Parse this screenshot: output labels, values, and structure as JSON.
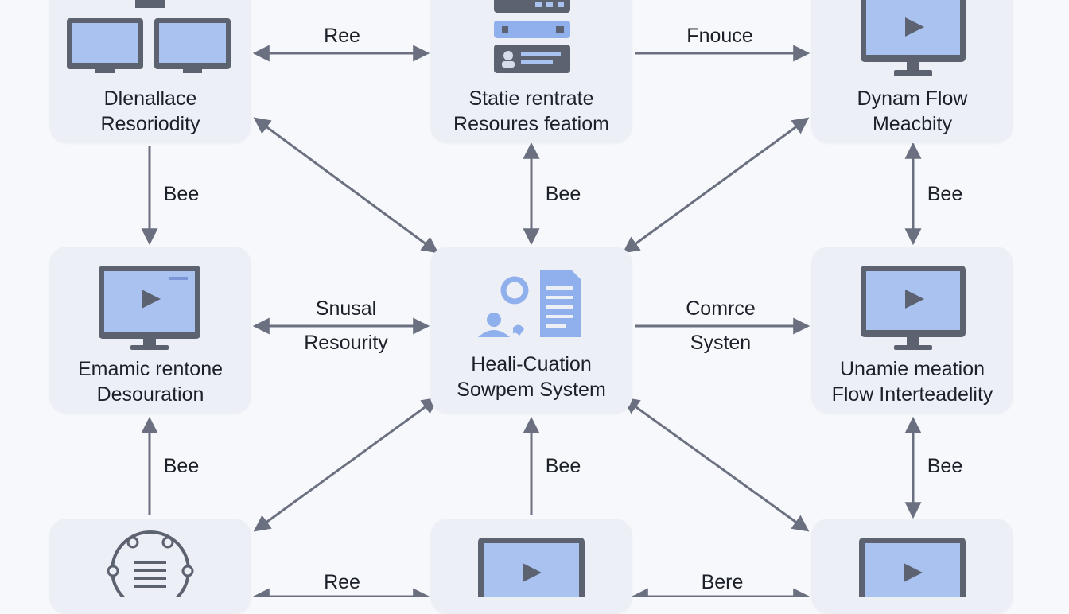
{
  "colors": {
    "background": "#f7f8fb",
    "node_fill": "#eceff5",
    "arrow": "#6b7080",
    "monitor_frame": "#5d6270",
    "screen_blue": "#a9c2f0",
    "accent_blue": "#8fb0ec"
  },
  "nodes": {
    "top_left": {
      "line1": "Dlenallace",
      "line2": "Resoriodity",
      "icon": "two-monitors-icon"
    },
    "top_center": {
      "line1": "Statie rentrate",
      "line2": "Resoures featiom",
      "icon": "server-list-icon"
    },
    "top_right": {
      "line1": "Dynam Flow",
      "line2": "Meacbity",
      "icon": "monitor-play-icon"
    },
    "mid_left": {
      "line1": "Emamic rentone",
      "line2": "Desouration",
      "icon": "monitor-play-icon"
    },
    "center": {
      "line1": "Heali-Cuation",
      "line2": "Sowpem System",
      "icon": "user-document-icon"
    },
    "mid_right": {
      "line1": "Unamie meation",
      "line2": "Flow Interteadelity",
      "icon": "monitor-play-icon"
    },
    "bottom_left": {
      "icon": "network-globe-icon"
    },
    "bottom_center": {
      "icon": "monitor-play-icon"
    },
    "bottom_right": {
      "icon": "monitor-play-icon"
    }
  },
  "edge_labels": {
    "top_left_center": "Ree",
    "top_center_right": "Fnouce",
    "left_top_mid": "Bee",
    "center_top_mid": "Bee",
    "right_top_mid": "Bee",
    "mid_left_center_1": "Snusal",
    "mid_left_center_2": "Resourity",
    "mid_center_right_1": "Comrce",
    "mid_center_right_2": "Systen",
    "left_mid_bottom": "Bee",
    "center_mid_bottom": "Bee",
    "right_mid_bottom": "Bee",
    "bottom_left_center": "Ree",
    "bottom_center_right": "Bere"
  }
}
